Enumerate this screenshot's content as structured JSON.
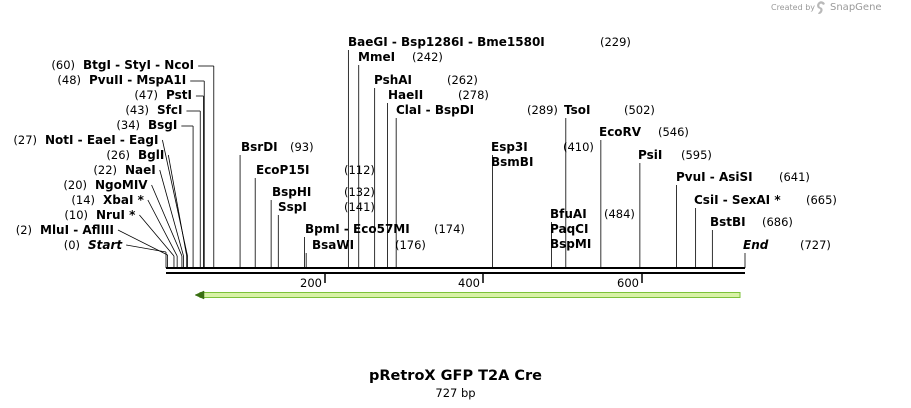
{
  "credit": {
    "created_by": "Created by",
    "brand": "SnapGene"
  },
  "map": {
    "title": "pRetroX GFP T2A Cre",
    "length_label": "727 bp",
    "total_bp": 727,
    "axis_ticks": [
      "200",
      "400",
      "600"
    ],
    "colors": {
      "feature_fill": "#d8f2a6",
      "feature_stroke": "#7cc23a",
      "backbone": "#000000"
    }
  },
  "sites": [
    {
      "pos": "(0)",
      "name": "Start",
      "bp": 0,
      "italic": true
    },
    {
      "pos": "(2)",
      "name": "MluI  -  AflIII",
      "bp": 2
    },
    {
      "pos": "(10)",
      "name": "NruI *",
      "bp": 10
    },
    {
      "pos": "(14)",
      "name": "XbaI *",
      "bp": 14
    },
    {
      "pos": "(20)",
      "name": "NgoMIV",
      "bp": 20
    },
    {
      "pos": "(22)",
      "name": "NaeI",
      "bp": 22
    },
    {
      "pos": "(26)",
      "name": "BglI",
      "bp": 26
    },
    {
      "pos": "(27)",
      "name": "NotI  -  EaeI  -  EagI",
      "bp": 27
    },
    {
      "pos": "(34)",
      "name": "BsgI",
      "bp": 34
    },
    {
      "pos": "(43)",
      "name": "SfcI",
      "bp": 43
    },
    {
      "pos": "(47)",
      "name": "PstI",
      "bp": 47
    },
    {
      "pos": "(48)",
      "name": "PvuII  -  MspA1I",
      "bp": 48
    },
    {
      "pos": "(60)",
      "name": "BtgI  -  StyI  -  NcoI",
      "bp": 60
    },
    {
      "pos": "(93)",
      "name": "BsrDI",
      "bp": 93
    },
    {
      "pos": "(112)",
      "name": "EcoP15I",
      "bp": 112
    },
    {
      "pos": "(132)",
      "name": "BspHI",
      "bp": 132
    },
    {
      "pos": "(141)",
      "name": "SspI",
      "bp": 141
    },
    {
      "pos": "(174)",
      "name": "BpmI  -  Eco57MI",
      "bp": 174
    },
    {
      "pos": "(176)",
      "name": "BsaWI",
      "bp": 176
    },
    {
      "pos": "(229)",
      "name": "BaeGI  -  Bsp1286I  -  Bme1580I",
      "bp": 229
    },
    {
      "pos": "(242)",
      "name": "MmeI",
      "bp": 242
    },
    {
      "pos": "(262)",
      "name": "PshAI",
      "bp": 262
    },
    {
      "pos": "(278)",
      "name": "HaeII",
      "bp": 278
    },
    {
      "pos": "(289)",
      "name": "ClaI  -  BspDI",
      "bp": 289
    },
    {
      "pos": "(410)",
      "name": "Esp3I",
      "bp": 410
    },
    {
      "pos": "",
      "name": "BsmBI",
      "bp": 410
    },
    {
      "pos": "(484)",
      "name": "BfuAI",
      "bp": 484
    },
    {
      "pos": "",
      "name": "PaqCI",
      "bp": 484
    },
    {
      "pos": "",
      "name": "BspMI",
      "bp": 484
    },
    {
      "pos": "(502)",
      "name": "TsoI",
      "bp": 502
    },
    {
      "pos": "(546)",
      "name": "EcoRV",
      "bp": 546
    },
    {
      "pos": "(595)",
      "name": "PsiI",
      "bp": 595
    },
    {
      "pos": "(641)",
      "name": "PvuI  -  AsiSI",
      "bp": 641
    },
    {
      "pos": "(665)",
      "name": "CsiI  -  SexAI *",
      "bp": 665
    },
    {
      "pos": "(686)",
      "name": "BstBI",
      "bp": 686
    },
    {
      "pos": "(727)",
      "name": "End",
      "bp": 727,
      "italic": true
    }
  ]
}
